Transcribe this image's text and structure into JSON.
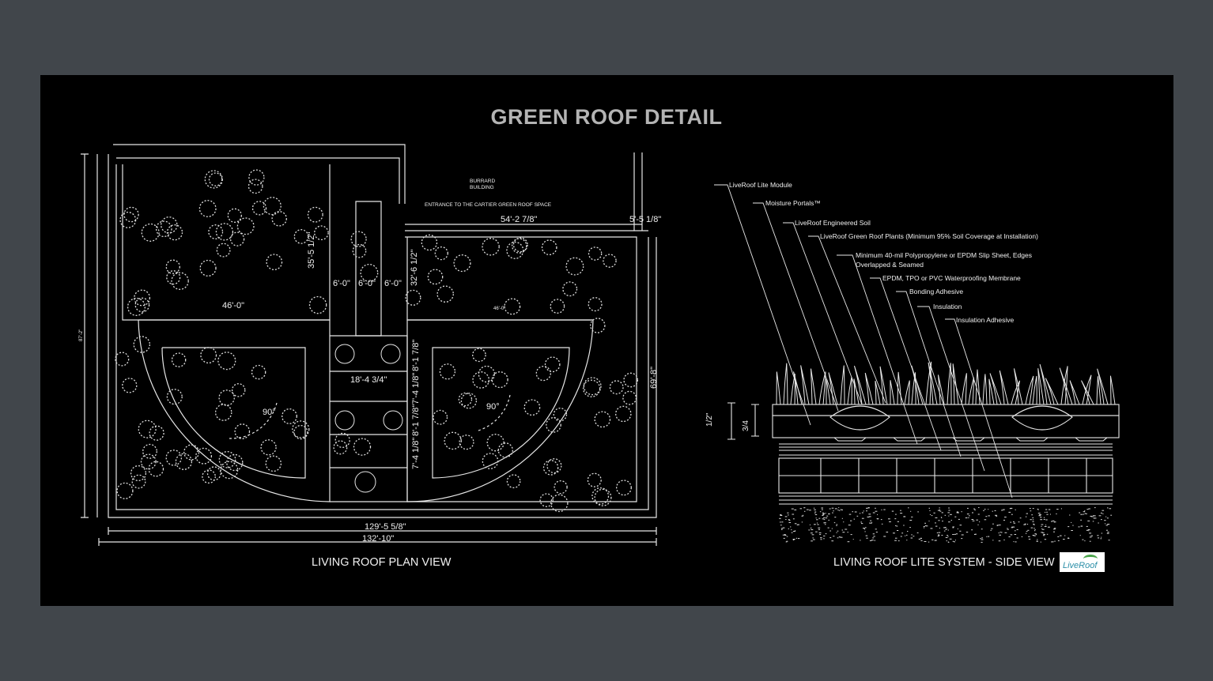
{
  "title": "GREEN ROOF DETAIL",
  "plan_view": {
    "caption": "LIVING ROOF PLAN VIEW",
    "notes": {
      "building": "BURRARD\nBUILDING",
      "entrance": "ENTRANCE TO THE CARTIER GREEN ROOF SPACE"
    },
    "dimensions": {
      "top_right_width": "54'-2 7/8\"",
      "top_right_offset": "5'-5 1/8\"",
      "left_bed_width": "46'-0\"",
      "aisle_1": "6'-0\"",
      "aisle_2": "6'-0\"",
      "aisle_3": "6'-0\"",
      "right_bed_depth": "32'-6 1/2\"",
      "left_bed_depth": "35'-5 1/2\"",
      "small_right": "46'-0\"",
      "center_width": "18'-4 3/4\"",
      "vert_1": "8'-1 7/8\"",
      "vert_2": "7'-4 1/8\"",
      "vert_3": "8'-1 7/8\"",
      "vert_4": "7'-4 1/8\"",
      "angle_left": "90°",
      "angle_right": "90°",
      "right_height": "69'-8\"",
      "left_height": "87'-2\"",
      "bottom_inner": "129'-5 5/8\"",
      "bottom_outer": "132'-10\""
    }
  },
  "side_view": {
    "caption": "LIVING ROOF LITE SYSTEM  - SIDE VIEW",
    "logo_text": "LiveRoof",
    "labels": [
      "LiveRoof Lite Module",
      "Moisture Portals™",
      "LiveRoof Engineered Soil",
      "LiveRoof Green Roof Plants (Minimum 95% Soil Coverage at Installation)",
      "Minimum 40-mil Polypropylene or EPDM Slip Sheet, Edges",
      "Overlapped & Seamed",
      "EPDM, TPO or PVC Waterproofing Membrane",
      "Bonding Adhesive",
      "Insulation",
      "Insulation Adhesive"
    ],
    "dim_half": "1/2\"",
    "dim_three_quarter": "3/4"
  },
  "colors": {
    "background": "#41464b",
    "panel": "#000000",
    "title": "#b4b4b4",
    "line": "#e8e8e8"
  }
}
